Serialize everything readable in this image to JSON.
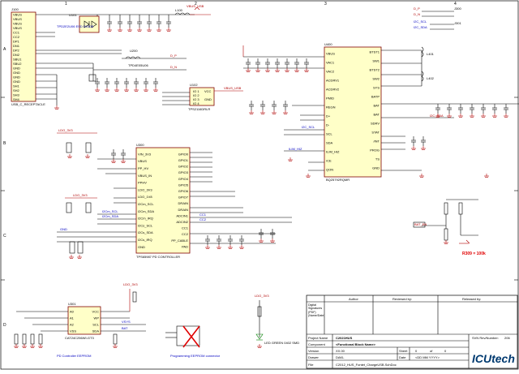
{
  "zones": {
    "columns": [
      "1",
      "2",
      "3",
      "4"
    ],
    "rows": [
      "A",
      "B",
      "C",
      "D"
    ]
  },
  "ics": {
    "connector": {
      "ref": "J100",
      "part": "USB_C_RECEPTACLE",
      "pins": [
        "VBUS",
        "VBUS",
        "VBUS",
        "VBUS",
        "CC1",
        "CC2",
        "DP1",
        "DN1",
        "DP2",
        "DN2",
        "SBU1",
        "SBU2",
        "GND",
        "GND",
        "GND",
        "GND",
        "SH1",
        "SH2",
        "SH3",
        "SH4"
      ]
    },
    "charger": {
      "ref": "U400",
      "part": "BQ25792RQMR",
      "left_pins": [
        "VBUS",
        "VAC1",
        "VAC2",
        "ACDRV1",
        "ACDRV2",
        "PMID",
        "REGN",
        "D+",
        "D-",
        "SCL",
        "SDA",
        "ILIM_HIZ",
        "/CE",
        "QON"
      ],
      "right_pins": [
        "BTST1",
        "SW1",
        "BTST2",
        "SW2",
        "SYS",
        "BATP",
        "BAT",
        "BAT",
        "SDRV",
        "STAT",
        "/INT",
        "PROG",
        "TS",
        "GND"
      ]
    },
    "pd": {
      "ref": "U300",
      "part": "TPS65987 PD CONTROLLER",
      "left_pins": [
        "VIN_3V3",
        "VBUS",
        "PP_HV",
        "VBUS_IN",
        "PPHV",
        "LDO_3V3",
        "LDO_1V8",
        "I2Cm_SCL",
        "I2Cm_SDA",
        "I2Cm_IRQ",
        "I2Cs_SCL",
        "I2Cs_SDA",
        "I2Cs_IRQ",
        "GND"
      ],
      "right_pins": [
        "GPIO0",
        "GPIO1",
        "GPIO2",
        "GPIO3",
        "GPIO4",
        "GPIO5",
        "GPIO6",
        "GPIO7",
        "DRAIN",
        "DRAIN",
        "ADCIN1",
        "ADCIN2",
        "CC1",
        "CC2",
        "PP_CABLE",
        "PAD"
      ]
    },
    "eeprom": {
      "ref": "U301",
      "part": "CAT24C256WI-GT3",
      "left_pins": [
        "A0",
        "A1",
        "A2",
        "VSS"
      ],
      "right_pins": [
        "VCC",
        "WP",
        "SCL",
        "SDA"
      ]
    },
    "esd": {
      "ref": "U101",
      "part": "TPD2E2U06 ESD DIODE"
    },
    "mux": {
      "ref": "U200",
      "part": "TPD4E05U06"
    },
    "level": {
      "ref": "U102",
      "part": "TPS2116DRLR"
    }
  },
  "annotations": {
    "pd_caption": "PD Controller EEPROM",
    "prog_caption": "Programming EEPROM connector",
    "led_label": "LED GREEN 0402 SMD",
    "resistor_note": "R309 = 100k"
  },
  "nets": [
    "VBUS_USB",
    "VBUS",
    "CC1",
    "CC2",
    "D_P",
    "D_N",
    "I2C_SCL",
    "I2C_SDA",
    "GND",
    "LDO_3V3",
    "VSYS",
    "BAT",
    "SW1",
    "SW2",
    "PMID",
    "REGN",
    "ILIM_HIZ",
    "BAT_EN",
    "I2Cm_SCL",
    "I2Cm_SDA",
    "I2Cm_IRQ"
  ],
  "title_block": {
    "author": "Author",
    "reviewed_by": "Reviewed by:",
    "released_by": "Released by:",
    "signatures": "Digital Signatures (PDF) (Name/Date)",
    "project_name_label": "Project Name",
    "project_name": "C2021HUS",
    "component_label": "Component",
    "component": "<Functional Block Name>",
    "version_label": "Version",
    "version": "XX.00",
    "sheet_label": "Sheet",
    "sheet": "0",
    "of": "of",
    "sheets": "0",
    "svn_label": "SVN Rev/Number:",
    "svn": "206",
    "drawer_label": "Drawer",
    "drawer": "DAKL",
    "date_label": "Date",
    "date": "<DD MM YYYY>",
    "file_label": "File",
    "file": "C2012_HUS_Fontet_ChargeUSB.SchDoc",
    "logo": "ICUtech"
  },
  "colors": {
    "frame": "#000000",
    "ic_fill": "#ffffc8",
    "ic_border": "#800000",
    "power": "#b00000",
    "net": "#0000c0",
    "note": "#e00000"
  }
}
